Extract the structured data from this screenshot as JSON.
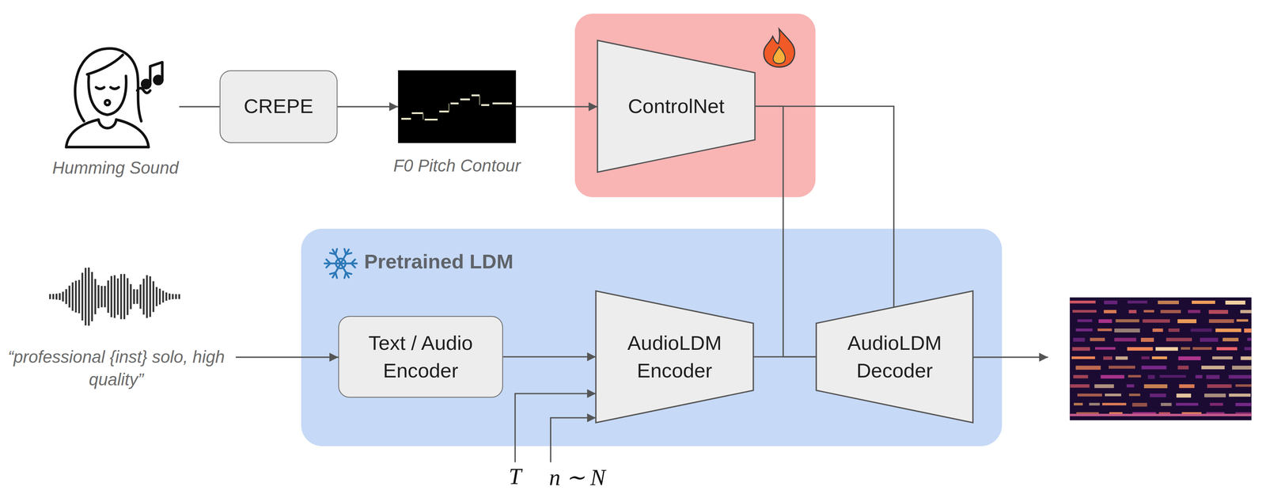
{
  "diagram": {
    "nodes": [
      {
        "text": [
          "CREPE"
        ]
      },
      {
        "text": [
          "F0 Pitch Contour"
        ]
      },
      {
        "text": [
          "ControlNet"
        ]
      },
      {
        "text": [
          "Pretrained LDM"
        ]
      },
      {
        "text": [
          "Text / Audio Encoder"
        ],
        "in": 3
      },
      {
        "text": [
          "AudioLDM Encoder"
        ],
        "in": 3
      },
      {
        "text": [
          "AudioLDM Decoder"
        ],
        "in": 3
      }
    ],
    "edges": [
      {
        "from": 0,
        "to": 1,
        "arrow": "to"
      },
      {
        "from": 1,
        "to": 2,
        "arrow": "to"
      },
      {
        "from": 2,
        "to": 6,
        "arrow": "none"
      },
      {
        "from": 2,
        "to": 6,
        "arrow": "none"
      },
      {
        "from": 4,
        "to": 5,
        "arrow": "to"
      },
      {
        "from": 5,
        "to": 6,
        "arrow": "none"
      }
    ],
    "labels": [
      "Humming Sound",
      "“professional {inst} solo, high quality”",
      "T",
      "n ∼ N"
    ]
  }
}
